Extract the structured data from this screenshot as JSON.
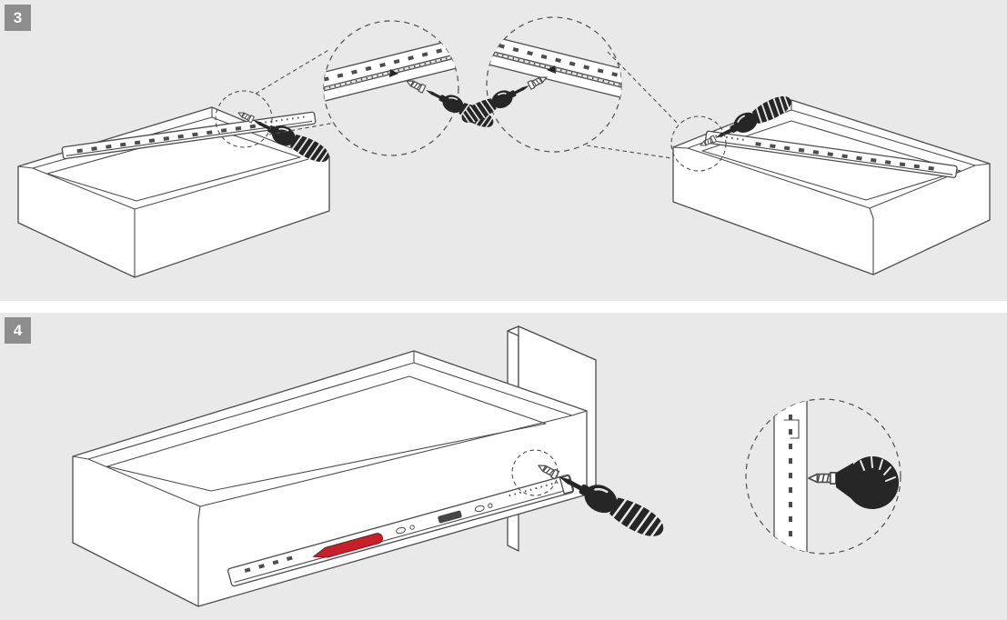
{
  "steps": [
    {
      "label": "3"
    },
    {
      "label": "4"
    }
  ],
  "colors": {
    "page_bg": "#ffffff",
    "panel_bg": "#e9e9e9",
    "badge_bg": "#8d8d8d",
    "badge_text": "#ffffff",
    "line": "#4d4d4d",
    "paper_white": "#ffffff",
    "tool_dark": "#262626",
    "tool_mid": "#6e6e6e",
    "accent_red": "#c8202a"
  },
  "icons": [
    "step-badge",
    "drawer-icon",
    "slide-rail-icon",
    "screwdriver-icon",
    "screw-icon",
    "detail-callout-icon",
    "fastening-point-icon",
    "release-lever-icon",
    "direction-arrow-icon",
    "cabinet-side-panel-icon",
    "brand-logo-icon"
  ]
}
